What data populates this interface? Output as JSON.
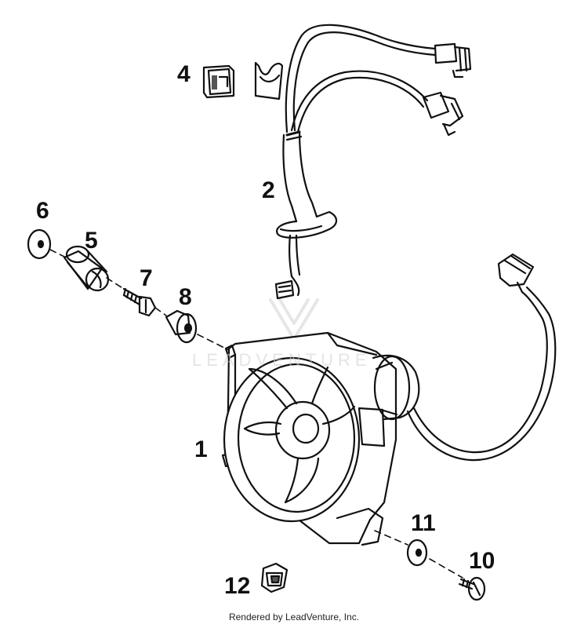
{
  "callouts": {
    "c1": "1",
    "c2": "2",
    "c4": "4",
    "c5": "5",
    "c6": "6",
    "c7": "7",
    "c8": "8",
    "c10": "10",
    "c11": "11",
    "c12": "12"
  },
  "watermark": {
    "text": "LEADVENTURE"
  },
  "footer": {
    "credit": "Rendered by LeadVenture, Inc."
  },
  "colors": {
    "line": "#111111",
    "shade": "#555555",
    "watermark": "#cfcfcf"
  }
}
